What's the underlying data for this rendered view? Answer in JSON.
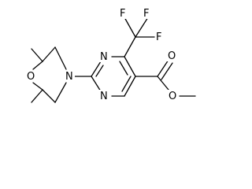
{
  "structure": {
    "atoms": {
      "ring_o": "O",
      "ring_n": "N",
      "pyr_n_upper": "N",
      "pyr_n_lower": "N",
      "f1": "F",
      "f2": "F",
      "f3": "F",
      "ester_o_carbonyl": "O",
      "ester_o_ether": "O"
    },
    "colors": {
      "bond": "#000000",
      "text": "#000000",
      "background": "#ffffff"
    }
  }
}
